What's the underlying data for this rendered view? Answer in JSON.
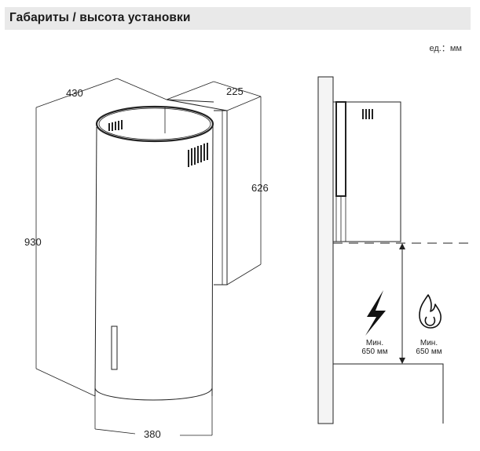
{
  "header": {
    "title": "Габариты / высота установки"
  },
  "units": "ед.：мм",
  "dimensions": {
    "depth": "430",
    "width_side": "225",
    "total_height": "930",
    "chimney_height": "626",
    "diameter": "380"
  },
  "installation": {
    "electric_label": "Мин.",
    "electric_value": "650 мм",
    "gas_label": "Мин.",
    "gas_value": "650 мм"
  },
  "icons": [
    "lightning-icon",
    "flame-icon"
  ],
  "colors": {
    "line": "#222222",
    "header_bg": "#e9e9e9",
    "wall": "#f2f2f2"
  }
}
